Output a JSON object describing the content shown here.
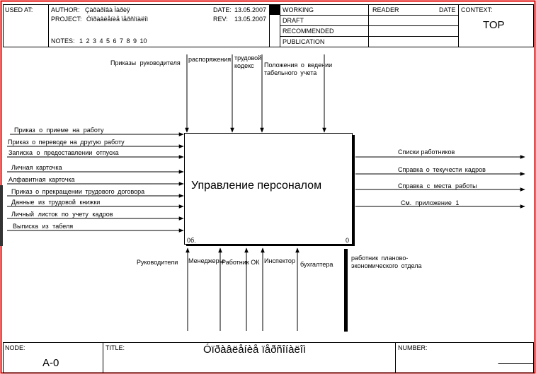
{
  "header": {
    "used_at": "USED AT:",
    "author_label": "AUTHOR:",
    "author_value": "Çàõàðîâà Ìàðèÿ",
    "project_label": "PROJECT:",
    "project_value": "Óïðàâëåíèå ïåðñîíàëîì",
    "notes_label": "NOTES:",
    "notes_value": "1 2 3 4 5 6 7 8 9 10",
    "date_label": "DATE:",
    "date_value": "13.05.2007",
    "rev_label": "REV:",
    "rev_value": "13.05.2007",
    "status": [
      "WORKING",
      "DRAFT",
      "RECOMMENDED",
      "PUBLICATION"
    ],
    "reader_label": "READER",
    "date2_label": "DATE",
    "context_label": "CONTEXT:",
    "context_value": "TOP"
  },
  "box": {
    "title": "Управление персоналом",
    "cost_label": "0б.",
    "number": "0"
  },
  "controls": [
    "Приказы руководителя",
    "распоряжения",
    "трудовой\nкодекс",
    "Положения о ведении\nтабельного учета"
  ],
  "inputs": [
    "Приказ о приеме на работу",
    "Приказ о переводе на другую работу",
    "Записка о предоставлении отпуска",
    "Личная карточка",
    "Алфавитная карточка",
    "Приказ о прекращении трудового договора",
    "Данные из трудовой книжки",
    "Личный листок по учету кадров",
    "Выписка из табеля"
  ],
  "outputs": [
    "Списки работников",
    "Справка о текучести кадров",
    "Справка с места работы",
    "См. приложение 1"
  ],
  "mechanisms": [
    "Руководители",
    "Менеджеры",
    "Работник ОК",
    "Инспектор",
    "бухгалтера",
    "работник планово-\nэкономического отдела"
  ],
  "footer": {
    "node_label": "NODE:",
    "node_value": "A-0",
    "title_label": "TITLE:",
    "title_value": "Óïðàâëåíèå ïåðñîíàëîì",
    "number_label": "NUMBER:"
  }
}
